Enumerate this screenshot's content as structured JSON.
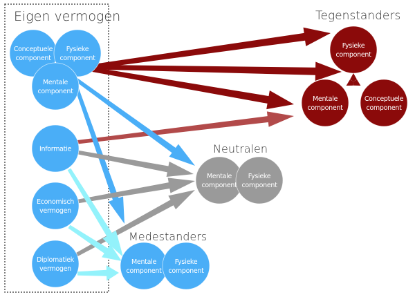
{
  "colors": {
    "own": "#4AAEF7",
    "opponent": "#8B0A0A",
    "opponent_light": "#B24A4A",
    "neutral": "#9A9A9A",
    "ally_light": "#93F2FB",
    "ally_strong": "#4AAEF7",
    "box_border": "#555555"
  },
  "groups": {
    "own": {
      "title": "Eigen vermogen",
      "nodes": {
        "conceptueel": [
          "Conceptuele",
          "component"
        ],
        "fysiek": [
          "Fysieke",
          "component"
        ],
        "mentaal": [
          "Mentale",
          "component"
        ],
        "informatie": [
          "Informatie"
        ],
        "economisch": [
          "Economisch",
          "vermogen"
        ],
        "diplomatiek": [
          "Diplomatiek",
          "vermogen"
        ]
      }
    },
    "opponents": {
      "title": "Tegenstanders",
      "nodes": {
        "fysiek": [
          "Fysieke",
          "component"
        ],
        "mentaal": [
          "Mentale",
          "component"
        ],
        "conceptueel": [
          "Conceptuele",
          "component"
        ]
      }
    },
    "neutrals": {
      "title": "Neutralen",
      "nodes": {
        "mentaal": [
          "Mentale",
          "component"
        ],
        "fysiek": [
          "Fysieke",
          "component"
        ]
      }
    },
    "allies": {
      "title": "Medestanders",
      "nodes": {
        "mentaal": [
          "Mentale",
          "component"
        ],
        "fysiek": [
          "Fysieke",
          "component"
        ]
      }
    }
  },
  "edges": [
    {
      "from": "own.fysiek",
      "to": "opponents.fysiek",
      "style": "opponent"
    },
    {
      "from": "own.fysiek",
      "to": "opponents.fysiek",
      "style": "opponent"
    },
    {
      "from": "own.fysiek",
      "to": "opponents.mentaal",
      "style": "opponent"
    },
    {
      "from": "own.informatie",
      "to": "opponents.mentaal",
      "style": "opponent_light"
    },
    {
      "from": "own.mentaal",
      "to": "neutrals.mentaal",
      "style": "own"
    },
    {
      "from": "own.mentaal",
      "to": "allies.mentaal",
      "style": "own"
    },
    {
      "from": "own.informatie",
      "to": "neutrals.mentaal",
      "style": "neutral"
    },
    {
      "from": "own.economisch",
      "to": "neutrals.mentaal",
      "style": "neutral"
    },
    {
      "from": "own.diplomatiek",
      "to": "neutrals.mentaal",
      "style": "neutral"
    },
    {
      "from": "own.informatie",
      "to": "allies.mentaal",
      "style": "ally_light"
    },
    {
      "from": "own.economisch",
      "to": "allies.mentaal",
      "style": "ally_light"
    },
    {
      "from": "own.diplomatiek",
      "to": "allies.mentaal",
      "style": "ally_light"
    }
  ]
}
